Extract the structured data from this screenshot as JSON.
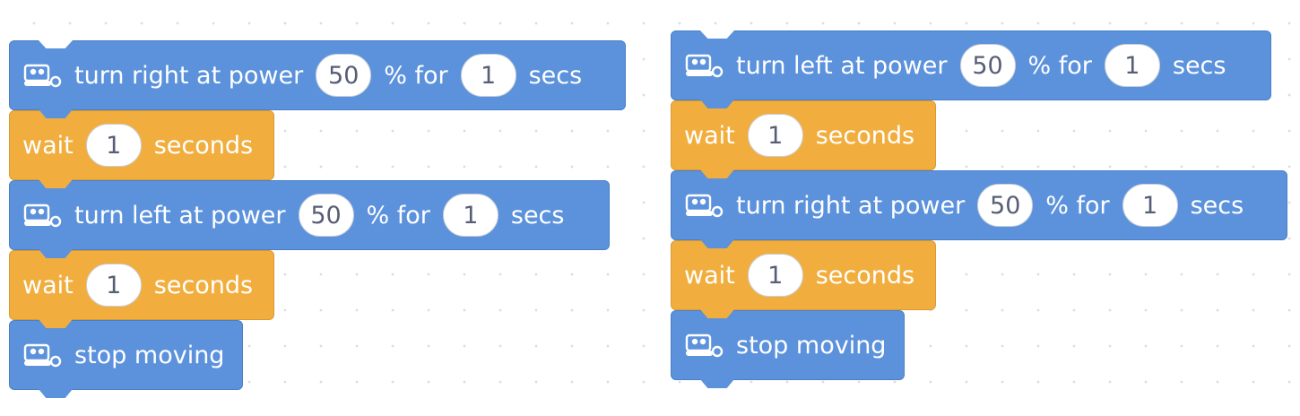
{
  "left_stack": [
    {
      "kind": "motion",
      "icon": "robot-car-icon",
      "label": "turn right at power",
      "power": "50",
      "mid": "% for",
      "secs": "1",
      "end": "secs"
    },
    {
      "kind": "wait",
      "label": "wait",
      "value": "1",
      "end": "seconds"
    },
    {
      "kind": "motion",
      "icon": "robot-car-icon",
      "label": "turn left at power",
      "power": "50",
      "mid": "% for",
      "secs": "1",
      "end": "secs"
    },
    {
      "kind": "wait",
      "label": "wait",
      "value": "1",
      "end": "seconds"
    },
    {
      "kind": "stop",
      "icon": "robot-car-icon",
      "label": "stop moving"
    }
  ],
  "right_stack": [
    {
      "kind": "motion",
      "icon": "robot-car-icon",
      "label": "turn left at power",
      "power": "50",
      "mid": "% for",
      "secs": "1",
      "end": "secs"
    },
    {
      "kind": "wait",
      "label": "wait",
      "value": "1",
      "end": "seconds"
    },
    {
      "kind": "motion",
      "icon": "robot-car-icon",
      "label": "turn right at power",
      "power": "50",
      "mid": "% for",
      "secs": "1",
      "end": "secs"
    },
    {
      "kind": "wait",
      "label": "wait",
      "value": "1",
      "end": "seconds"
    },
    {
      "kind": "stop",
      "icon": "robot-car-icon",
      "label": "stop moving"
    }
  ],
  "colors": {
    "motion": "#5c92dc",
    "control": "#f1ae3e",
    "canvas": "#ffffff",
    "dot_grid": "#dadde3"
  }
}
